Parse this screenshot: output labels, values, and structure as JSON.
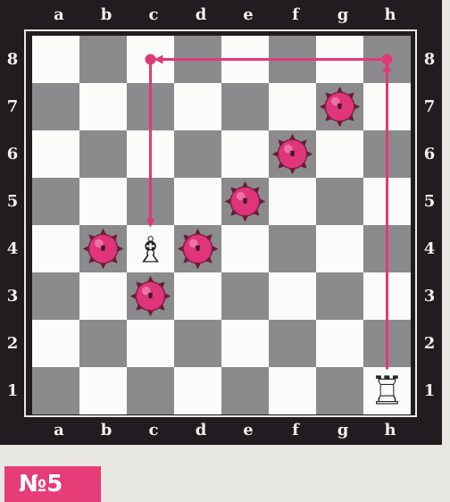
{
  "files": [
    "a",
    "b",
    "c",
    "d",
    "e",
    "f",
    "g",
    "h"
  ],
  "ranks": [
    "8",
    "7",
    "6",
    "5",
    "4",
    "3",
    "2",
    "1"
  ],
  "puzzle_number": "№5",
  "pieces": [
    {
      "type": "rook",
      "color": "white",
      "square": "h1",
      "icon": "rook-icon"
    },
    {
      "type": "bishop",
      "color": "white",
      "square": "c4",
      "icon": "bishop-icon"
    }
  ],
  "mines": [
    "g7",
    "f6",
    "e5",
    "b4",
    "d4",
    "c3"
  ],
  "path": [
    "h1",
    "h8",
    "c8",
    "c4"
  ],
  "colors": {
    "frame": "#211c1f",
    "light_square": "#fbfbfa",
    "dark_square": "#8b8a8c",
    "arrow": "#e03a78",
    "mine": "#e0357a",
    "badge": "#e63d79"
  }
}
